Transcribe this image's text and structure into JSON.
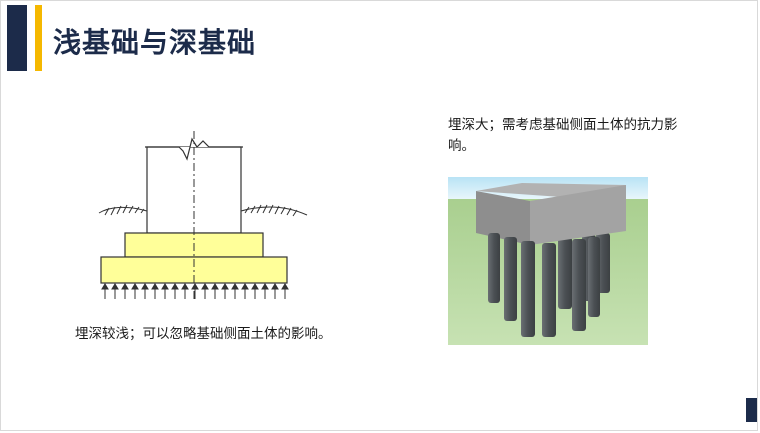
{
  "title": "浅基础与深基础",
  "shallow_caption": "埋深较浅；可以忽略基础侧面土体的影响。",
  "deep_caption": "埋深大；需考虑基础侧面土体的抗力影响。",
  "colors": {
    "navy": "#1c2b4a",
    "gold": "#f5b800",
    "footing_fill": "#ffff99",
    "sky": "#c8e8f5",
    "grass": "#a9cf8f",
    "pile": "#555a5e",
    "pile_cap_top": "#a9a9a9"
  }
}
